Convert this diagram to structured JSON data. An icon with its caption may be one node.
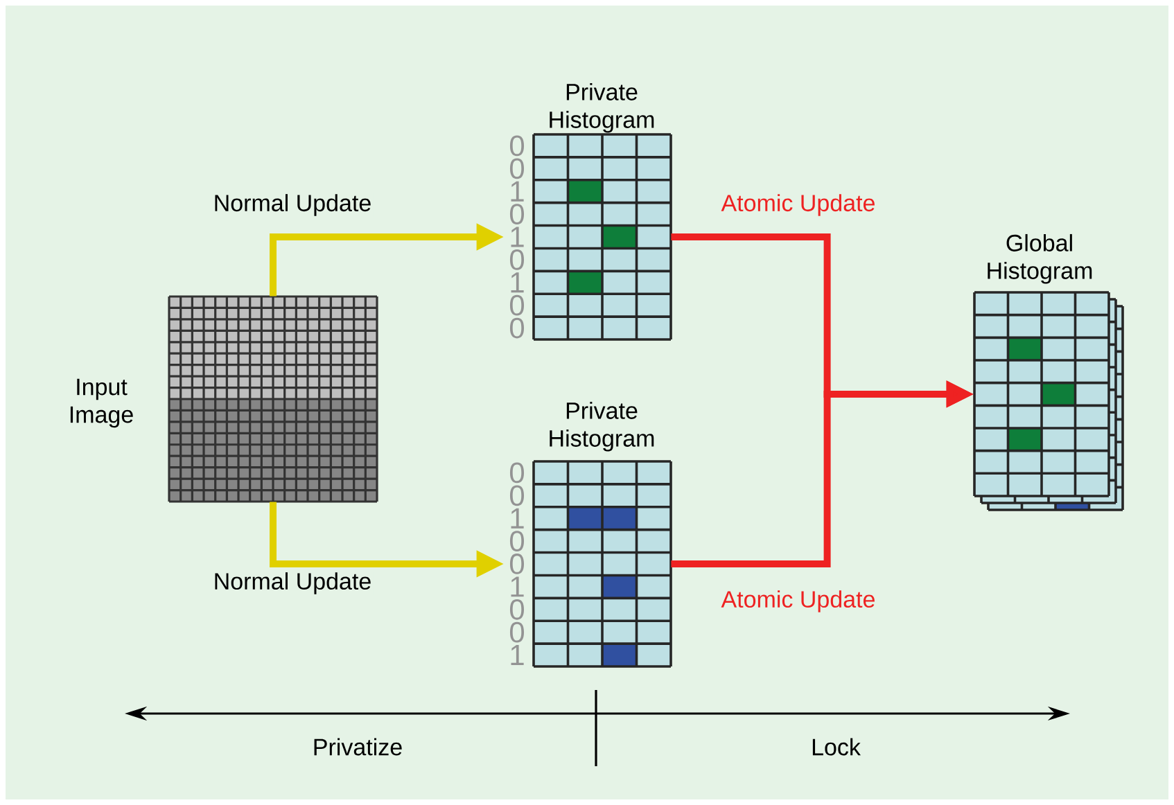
{
  "diagram": {
    "nodes": [
      {
        "text": [
          "Input Image"
        ]
      },
      {
        "text": [
          "Private Histogram"
        ],
        "beside": [
          "0",
          "0",
          "1",
          "0",
          "1",
          "0",
          "1",
          "0",
          "0"
        ]
      },
      {
        "text": [
          "Private Histogram"
        ],
        "beside": [
          "0",
          "0",
          "1",
          "0",
          "0",
          "1",
          "0",
          "0",
          "1"
        ]
      },
      {
        "text": [
          "Global Histogram"
        ]
      }
    ],
    "edges": [
      {
        "from": 0,
        "to": 1,
        "arrow": "to",
        "label": "Normal Update",
        "color": "#e0d000"
      },
      {
        "from": 0,
        "to": 2,
        "arrow": "to",
        "label": "Normal Update",
        "color": "#e0d000"
      },
      {
        "from": 1,
        "to": 3,
        "arrow": "to",
        "label": "Atomic Update",
        "color": "#ee2222"
      },
      {
        "from": 2,
        "to": 3,
        "arrow": "to",
        "label": "Atomic Update",
        "color": "#ee2222"
      }
    ],
    "labels": [
      "Privatize",
      "Lock"
    ]
  }
}
